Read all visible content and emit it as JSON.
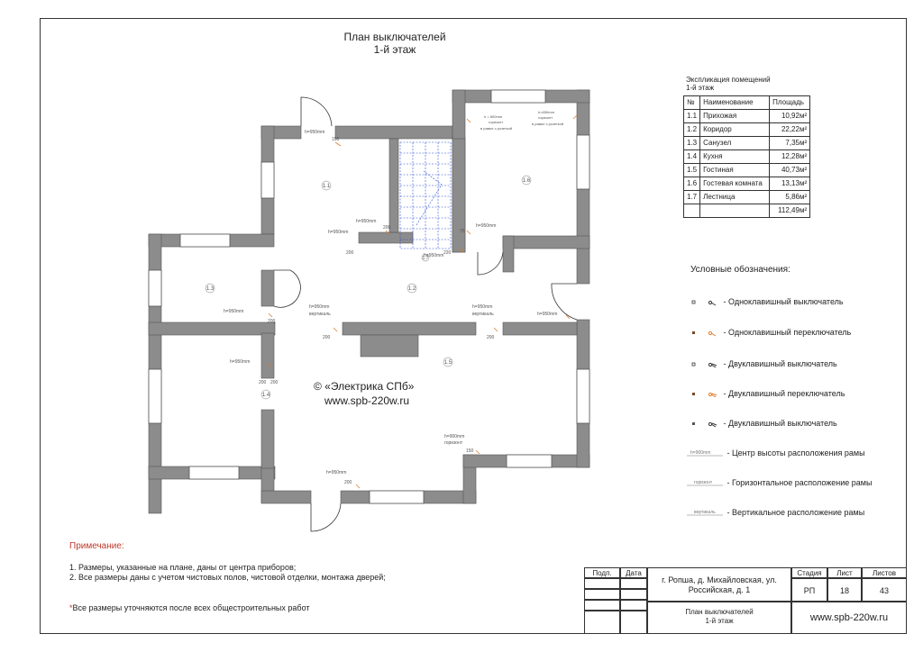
{
  "title": {
    "line1": "План выключателей",
    "line2": "1-й этаж"
  },
  "rooms": [
    {
      "id": "1.1"
    },
    {
      "id": "1.2"
    },
    {
      "id": "1.3"
    },
    {
      "id": "1.4"
    },
    {
      "id": "1.5"
    },
    {
      "id": "1.6"
    },
    {
      "id": "1.7"
    }
  ],
  "plan_labels": {
    "h950": "h=950mm",
    "h800": "h = 800mm",
    "h650": "h=650mm",
    "h900": "h=900mm",
    "horizont": "горизонт",
    "vertical": "вертикаль",
    "in_frame_socket": "в рамке с розеткой",
    "d200": "200",
    "d220": "220",
    "d75": "75",
    "d150": "150"
  },
  "explication": {
    "title_line1": "Экспликация помещений",
    "title_line2": "1-й этаж",
    "headers": [
      "№",
      "Наименование",
      "Площадь"
    ],
    "rows": [
      {
        "no": "1.1",
        "name": "Прихожая",
        "area": "10,92м²"
      },
      {
        "no": "1.2",
        "name": "Коридор",
        "area": "22,22м²"
      },
      {
        "no": "1.3",
        "name": "Санузел",
        "area": "7,35м²"
      },
      {
        "no": "1.4",
        "name": "Кухня",
        "area": "12,28м²"
      },
      {
        "no": "1.5",
        "name": "Гостиная",
        "area": "40,73м²"
      },
      {
        "no": "1.6",
        "name": "Гостевая комната",
        "area": "13,13м²"
      },
      {
        "no": "1.7",
        "name": "Лестница",
        "area": "5,86м²"
      }
    ],
    "total": "112,49м²"
  },
  "legend": {
    "title": "Условные обозначения:",
    "items": [
      {
        "icon": "single-switch-icon",
        "label": "- Одноклавишный выключатель"
      },
      {
        "icon": "single-toggle-icon",
        "label": "- Одноклавишный переключатель"
      },
      {
        "icon": "double-switch-icon",
        "label": "- Двуклавишный выключатель"
      },
      {
        "icon": "double-toggle-icon",
        "label": "- Двуклавишный переключатель"
      },
      {
        "icon": "double-switch-alt-icon",
        "label": "- Двуклавишный выключатель"
      },
      {
        "icon": "height-mark-icon",
        "label": "- Центр высоты расположения рамы",
        "mark": "h=900mm"
      },
      {
        "icon": "horizontal-frame-icon",
        "label": "- Горизонтальное расположение рамы",
        "mark": "горизонт"
      },
      {
        "icon": "vertical-frame-icon",
        "label": "- Вертикальное расположение рамы",
        "mark": "вертикаль"
      }
    ]
  },
  "copyright": {
    "line1": "© «Электрика СПб»",
    "line2": "www.spb-220w.ru"
  },
  "notes": {
    "title": "Примечание:",
    "line1": "1. Размеры, указанные на плане, даны от центра приборов;",
    "line2": "2. Все размеры даны с учетом чистовых полов, чистовой отделки, монтажа дверей;",
    "star": "*",
    "line3": "Все размеры уточняются после всех общестроительных работ"
  },
  "title_block": {
    "col_podp": "Подп.",
    "col_data": "Дата",
    "address": "г. Ропша, д. Михайловская, ул. Российская, д. 1",
    "stage_h": "Стадия",
    "sheet_h": "Лист",
    "sheets_h": "Листов",
    "stage": "РП",
    "sheet": "18",
    "sheets": "43",
    "drawing_line1": "План выключателей",
    "drawing_line2": "1-й этаж",
    "site": "www.spb-220w.ru"
  },
  "colors": {
    "wall": "#8c8c8c",
    "accent": "#e07b2a",
    "stair": "#2b4fd6",
    "note": "#c0392b"
  }
}
